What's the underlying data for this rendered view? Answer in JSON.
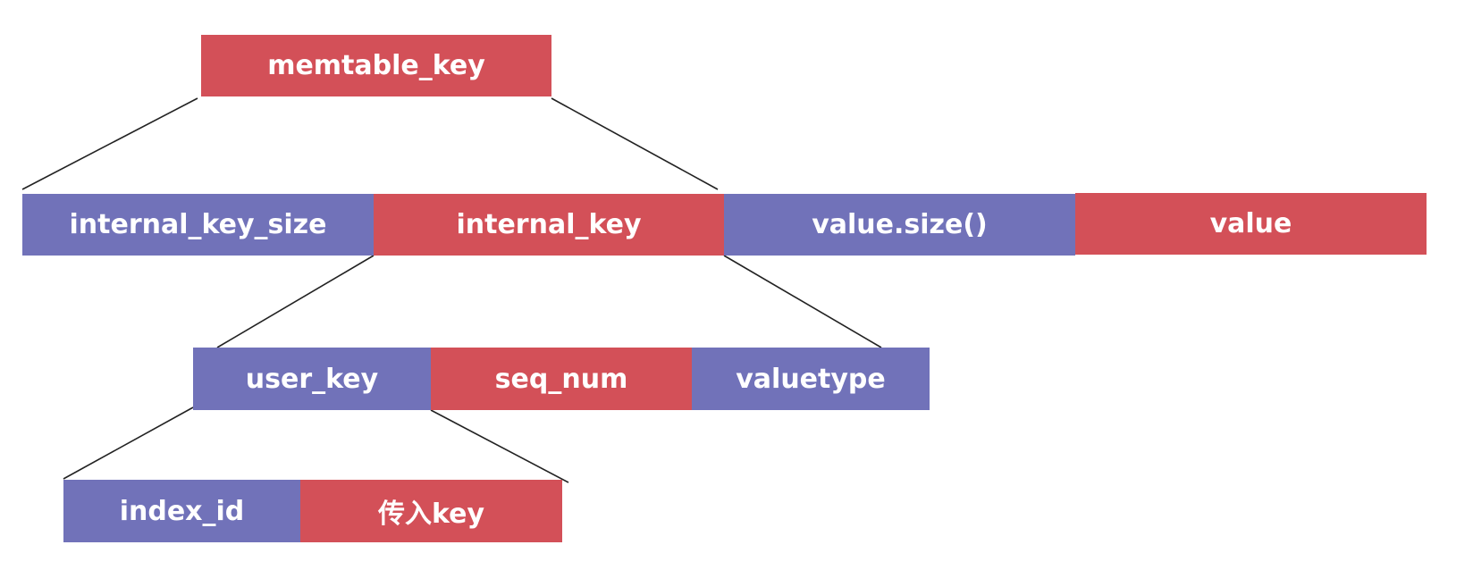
{
  "diagram": {
    "colors": {
      "red": "#d35058",
      "purple": "#7172b9",
      "line": "#222222",
      "text": "#ffffff"
    },
    "level0": {
      "memtable_key": "memtable_key"
    },
    "level1": {
      "internal_key_size": "internal_key_size",
      "internal_key": "internal_key",
      "value_size": "value.size()",
      "value": "value"
    },
    "level2": {
      "user_key": "user_key",
      "seq_num": "seq_num",
      "valuetype": "valuetype"
    },
    "level3": {
      "index_id": "index_id",
      "input_key": "传入key"
    }
  }
}
